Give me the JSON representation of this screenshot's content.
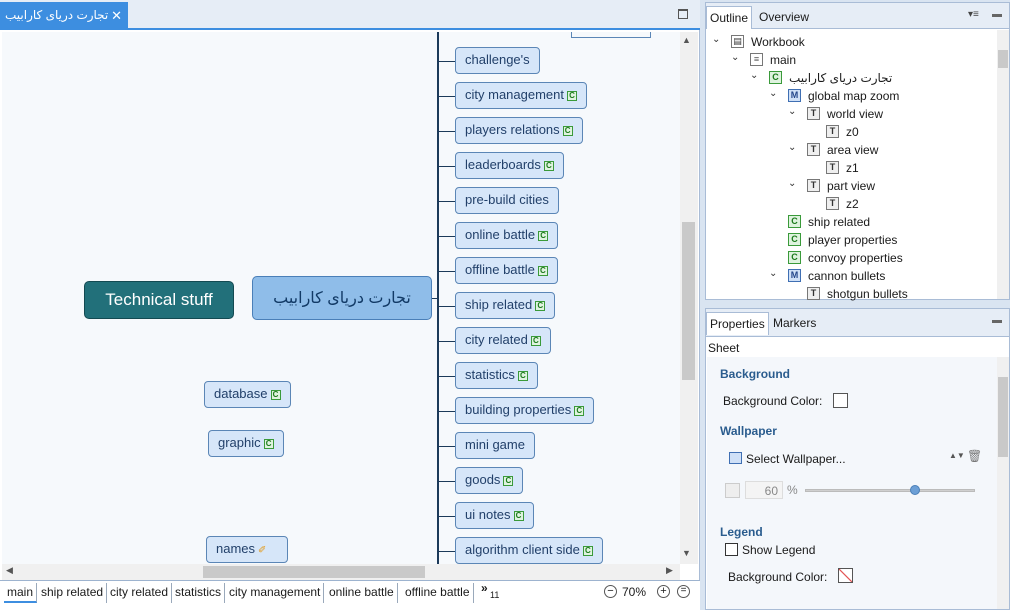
{
  "editor": {
    "tab_title": "تجارت دریای کارابیب",
    "tab_close": "✕",
    "central_topic": "تجارت دریای کارابیب",
    "floating_topic": "Technical stuff",
    "subtopics": [
      {
        "label": "challenge's",
        "icon": ""
      },
      {
        "label": "city management",
        "icon": "C"
      },
      {
        "label": "players relations",
        "icon": "C"
      },
      {
        "label": "leaderboards",
        "icon": "C"
      },
      {
        "label": "pre-build cities",
        "icon": ""
      },
      {
        "label": "online battle",
        "icon": "C"
      },
      {
        "label": "offline battle",
        "icon": "C"
      },
      {
        "label": "ship related",
        "icon": "C"
      },
      {
        "label": "city related",
        "icon": "C"
      },
      {
        "label": "statistics",
        "icon": "C"
      },
      {
        "label": "building properties",
        "icon": "C"
      },
      {
        "label": "mini game",
        "icon": ""
      },
      {
        "label": "goods",
        "icon": "C"
      },
      {
        "label": "ui notes",
        "icon": "C"
      },
      {
        "label": "algorithm client side",
        "icon": "C"
      }
    ],
    "left_topics": [
      {
        "label": "database",
        "icon": "C"
      },
      {
        "label": "graphic",
        "icon": "C"
      },
      {
        "label": "names",
        "icon": "link"
      }
    ],
    "c_icon": "C",
    "link_icon": "✐"
  },
  "sheet_tabs": [
    "main",
    "ship related",
    "city related",
    "statistics",
    "city management",
    "online battle",
    "offline battle"
  ],
  "more_tabs": {
    "chevron": "»",
    "count": "11"
  },
  "zoom": {
    "out": "−",
    "level": "70%",
    "in": "+",
    "fit": "="
  },
  "outline": {
    "tabs": [
      "Outline",
      "Overview"
    ],
    "menu_icon": "▾≡",
    "tree": [
      {
        "label": "Workbook",
        "icon": "W",
        "twisty": "⌄",
        "depth": 0,
        "rtl": false
      },
      {
        "label": "main",
        "icon": "S",
        "twisty": "⌄",
        "depth": 1,
        "rtl": false
      },
      {
        "label": "تجارت دریای کارابیب",
        "icon": "C",
        "twisty": "⌄",
        "depth": 2,
        "rtl": true
      },
      {
        "label": "global map zoom",
        "icon": "M",
        "twisty": "⌄",
        "depth": 3,
        "rtl": false
      },
      {
        "label": "world view",
        "icon": "T",
        "twisty": "⌄",
        "depth": 4,
        "rtl": false
      },
      {
        "label": "z0",
        "icon": "T",
        "twisty": "",
        "depth": 5,
        "rtl": false
      },
      {
        "label": "area view",
        "icon": "T",
        "twisty": "⌄",
        "depth": 4,
        "rtl": false
      },
      {
        "label": "z1",
        "icon": "T",
        "twisty": "",
        "depth": 5,
        "rtl": false
      },
      {
        "label": "part view",
        "icon": "T",
        "twisty": "⌄",
        "depth": 4,
        "rtl": false
      },
      {
        "label": "z2",
        "icon": "T",
        "twisty": "",
        "depth": 5,
        "rtl": false
      },
      {
        "label": "ship related",
        "icon": "C",
        "twisty": "",
        "depth": 3,
        "rtl": false
      },
      {
        "label": "player properties",
        "icon": "C",
        "twisty": "",
        "depth": 3,
        "rtl": false
      },
      {
        "label": "convoy properties",
        "icon": "C",
        "twisty": "",
        "depth": 3,
        "rtl": false
      },
      {
        "label": "cannon bullets",
        "icon": "M",
        "twisty": "⌄",
        "depth": 3,
        "rtl": false
      },
      {
        "label": "shotgun bullets",
        "icon": "T",
        "twisty": "",
        "depth": 4,
        "rtl": false
      }
    ]
  },
  "properties": {
    "tabs": [
      "Properties",
      "Markers"
    ],
    "sheet_title": "Sheet",
    "background": {
      "heading": "Background",
      "color_label": "Background Color:"
    },
    "wallpaper": {
      "heading": "Wallpaper",
      "select_label": "Select Wallpaper...",
      "spin": "▲▼",
      "trash": "🗑",
      "opacity_value": "60",
      "opacity_unit": "%",
      "opacity_fraction": 0.6
    },
    "legend": {
      "heading": "Legend",
      "show_label": "Show Legend",
      "color_label": "Background Color:"
    }
  }
}
